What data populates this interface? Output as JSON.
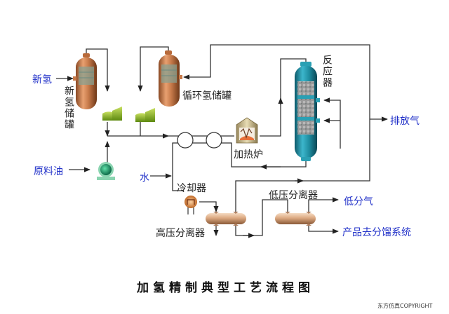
{
  "title": "加氢精制典型工艺流程图",
  "copyright": "东方仿真COPYRIGHT",
  "streams": {
    "fresh_hydrogen": "新氢",
    "feed_oil": "原料油",
    "water": "水",
    "vent_gas": "排放气",
    "low_gas": "低分气",
    "product": "产品去分馏系统"
  },
  "equipment": {
    "fresh_h2_tank": "新氢储罐",
    "recycle_h2_tank": "循环氢储罐",
    "reactor": "反应器",
    "furnace": "加热炉",
    "cooler": "冷却器",
    "hp_separator": "高压分离器",
    "lp_separator": "低压分离器"
  },
  "colors": {
    "line": "#333333",
    "stream_label": "#1f2fc8",
    "tank": "#c77a4a",
    "reactor": "#1e8ca0",
    "compressor": "#8fbf1f",
    "pump": "#1a9a6a",
    "separator": "#e0b48f"
  }
}
